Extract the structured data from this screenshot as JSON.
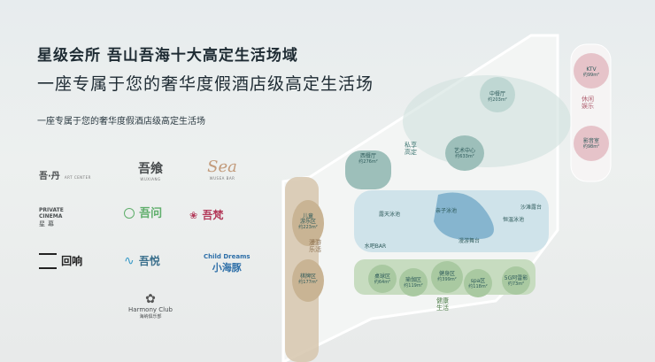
{
  "headline": "星级会所   吾山吾海十大高定生活场域",
  "subheadline": "一座专属于您的奢华度假酒店级高定生活场",
  "tagline": "一座专属于您的奢华度假酒店级高定生活场",
  "logos": {
    "art_center": {
      "main": "吾·丹",
      "sub": "ART CENTER"
    },
    "wuxiang": {
      "main": "吾飨",
      "sub": "WUXIANG"
    },
    "sea": {
      "main": "Sea",
      "sub": "WUSEA BAR"
    },
    "cinema": {
      "line1": "PRIVATE",
      "line2": "CINEMA",
      "cn": "星幕"
    },
    "wuwen": {
      "main": "吾问"
    },
    "wufan": {
      "main": "吾梵"
    },
    "huixiang": {
      "main": "回响"
    },
    "wuyue": {
      "main": "吾悦"
    },
    "child_dreams": {
      "en": "Child Dreams",
      "cn": "小海豚"
    },
    "harmony": {
      "en": "Harmony Club",
      "cn": "海纳俱乐部"
    }
  },
  "map": {
    "zones": {
      "leisure": "休闲\n娱乐",
      "private": "私享\n高定",
      "lake": "漫游\n乐活",
      "health": "健康\n生活"
    },
    "areas": [
      {
        "name": "KTV",
        "size": "约99m²"
      },
      {
        "name": "影音室",
        "size": "约98m²"
      },
      {
        "name": "中餐厅",
        "size": "约203m²"
      },
      {
        "name": "西餐厅",
        "size": "约276m²"
      },
      {
        "name": "艺术中心",
        "size": "约633m²"
      },
      {
        "name": "儿童\n游乐区",
        "size": "约223m²"
      },
      {
        "name": "桌球区",
        "size": "约64m²"
      },
      {
        "name": "瑜伽区",
        "size": "约119m²"
      },
      {
        "name": "健身区",
        "size": "约399m²"
      },
      {
        "name": "spa区",
        "size": "约118m²"
      },
      {
        "name": "5G阿雷影",
        "size": "约73m²"
      },
      {
        "name": "棋牌区",
        "size": "约177m²"
      },
      {
        "name": "水吧BAR",
        "size": ""
      },
      {
        "name": "露天泳池",
        "size": ""
      },
      {
        "name": "沙滩露台",
        "size": ""
      },
      {
        "name": "亲子泳池",
        "size": ""
      },
      {
        "name": "恒温泳池",
        "size": ""
      },
      {
        "name": "漫游舞台",
        "size": ""
      }
    ]
  },
  "colors": {
    "teal": "#8fb9b4",
    "pink": "#e6c3c9",
    "green": "#bcd6b5",
    "sand": "#d9c3a3"
  }
}
